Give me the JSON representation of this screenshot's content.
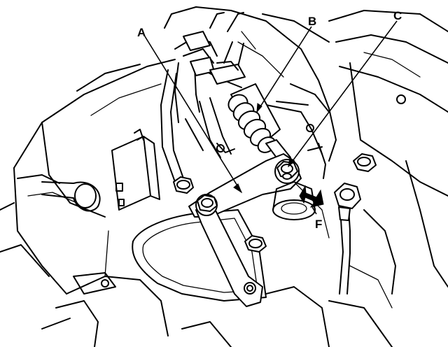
{
  "callouts": {
    "a": "A",
    "b": "B",
    "c": "C",
    "f": "F"
  }
}
